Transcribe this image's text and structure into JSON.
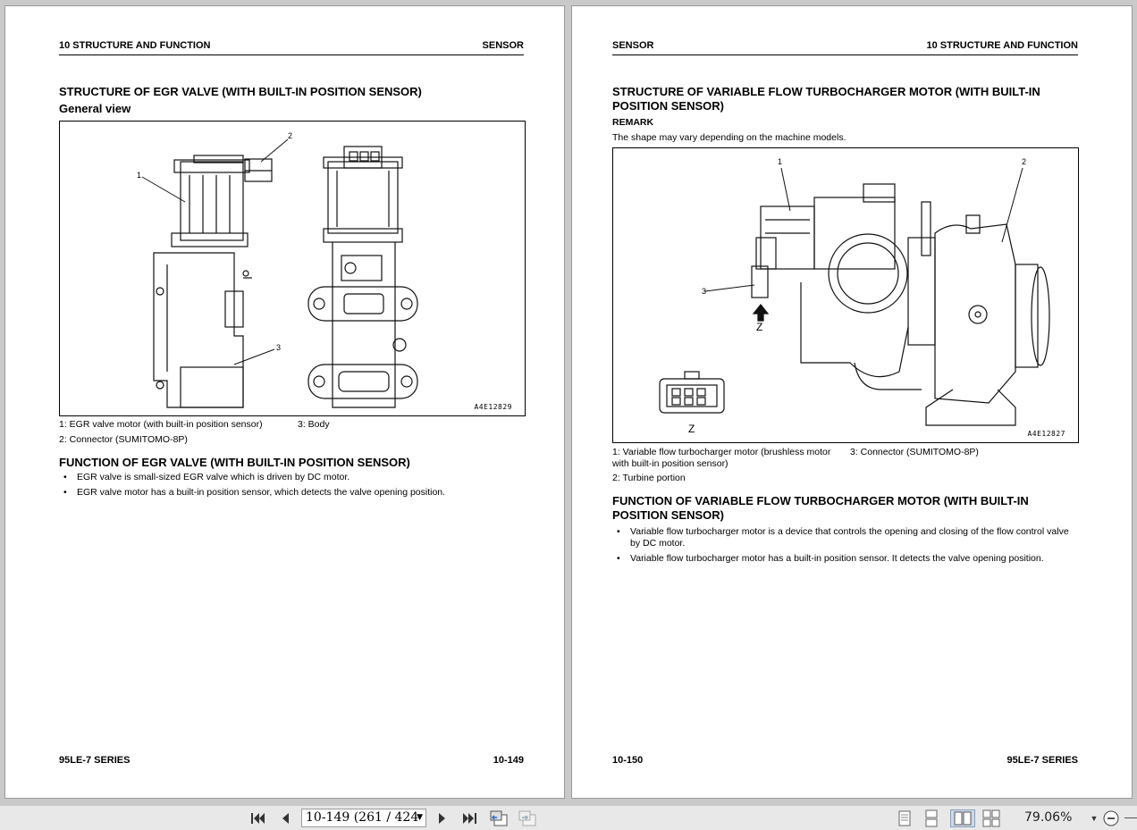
{
  "left_page": {
    "header_left": "10 STRUCTURE AND FUNCTION",
    "header_right": "SENSOR",
    "title": "STRUCTURE OF EGR VALVE (WITH BUILT-IN POSITION SENSOR)",
    "subtitle": "General view",
    "figure_code": "A4E12829",
    "callouts": [
      "1",
      "2",
      "3"
    ],
    "legend": [
      "1: EGR valve motor (with built-in position sensor)",
      "3: Body",
      "2: Connector (SUMITOMO-8P)"
    ],
    "function_title": "FUNCTION OF EGR VALVE (WITH BUILT-IN POSITION SENSOR)",
    "bullets": [
      "EGR valve is small-sized EGR valve which is driven by DC motor.",
      "EGR valve motor has a built-in position sensor, which detects the valve opening position."
    ],
    "footer_left": "95LE-7 SERIES",
    "footer_right": "10-149"
  },
  "right_page": {
    "header_left": "SENSOR",
    "header_right": "10 STRUCTURE AND FUNCTION",
    "title": "STRUCTURE OF VARIABLE FLOW TURBOCHARGER MOTOR (WITH BUILT-IN POSITION SENSOR)",
    "remark_label": "REMARK",
    "remark_text": "The shape may vary depending on the machine models.",
    "figure_code": "A4E12827",
    "callouts": [
      "1",
      "2",
      "3",
      "Z",
      "Z"
    ],
    "legend": [
      "1: Variable flow turbocharger motor (brushless motor with built-in position sensor)",
      "3: Connector (SUMITOMO-8P)",
      "2: Turbine portion"
    ],
    "function_title": "FUNCTION OF VARIABLE FLOW TURBOCHARGER MOTOR (WITH BUILT-IN POSITION SENSOR)",
    "bullets": [
      "Variable flow turbocharger motor is a device that controls the opening and closing of the flow control valve by DC motor.",
      "Variable flow turbocharger motor has a built-in position sensor. It detects the valve opening position."
    ],
    "footer_left": "10-150",
    "footer_right": "95LE-7 SERIES"
  },
  "toolbar": {
    "page_field": "10-149 (261 / 424",
    "zoom": "79.06%",
    "icons": [
      "first-page-icon",
      "prev-page-icon",
      "next-page-icon",
      "last-page-icon",
      "previous-view-icon",
      "next-view-icon",
      "single-page-icon",
      "continuous-icon",
      "two-page-icon",
      "two-page-continuous-icon",
      "zoom-dropdown-icon",
      "zoom-out-icon"
    ]
  }
}
